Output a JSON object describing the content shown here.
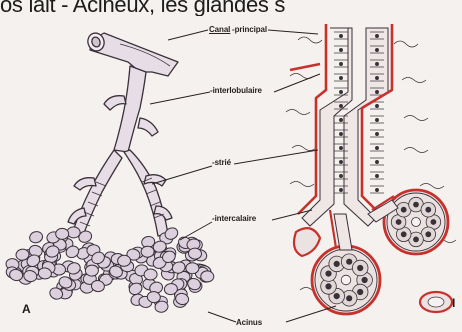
{
  "caption_top": "os lait - Acineux, les glandes s",
  "labels": {
    "canal": "Canal",
    "principal": "-principal",
    "interlobulaire": "-interlobulaire",
    "strie": "-strié",
    "intercalaire": "-intercalaire",
    "acinus": "Acinus"
  },
  "panel_letters": {
    "a": "A",
    "b": "I"
  },
  "colors": {
    "duct_fill": "#e6dde6",
    "duct_stroke": "#3a3038",
    "acini_fill": "#dcd0df",
    "red_outline": "#c8312b",
    "ink": "#2a2020"
  }
}
